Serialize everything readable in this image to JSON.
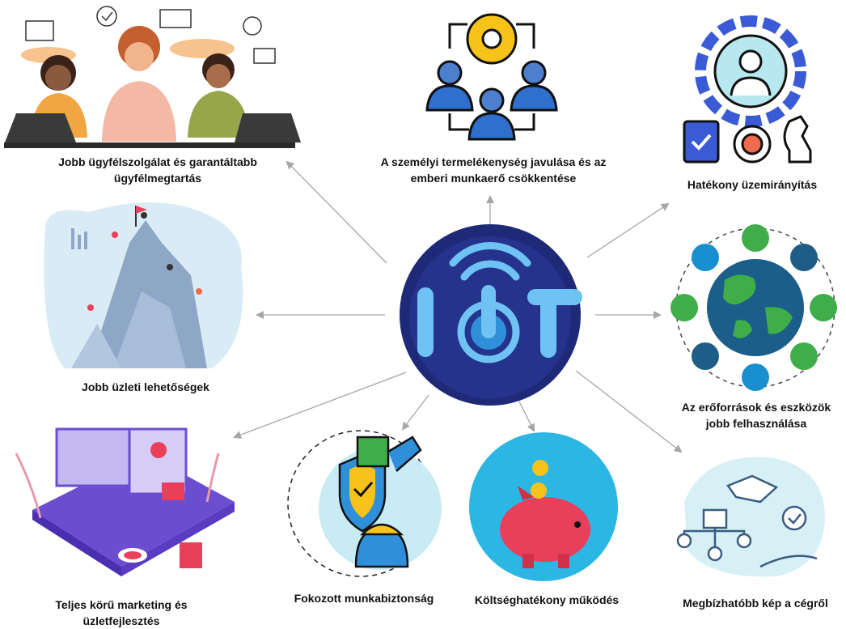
{
  "center": {
    "text": "IOT"
  },
  "benefits": [
    {
      "id": "customer-service",
      "lines": [
        "Jobb ügyfélszolgálat és garantáltabb",
        "ügyfélmegtartás"
      ]
    },
    {
      "id": "productivity",
      "lines": [
        "A személyi termelékenység javulása és az",
        "emberi munkaerő csökkentése"
      ]
    },
    {
      "id": "operations",
      "lines": [
        "Hatékony üzemirányítás"
      ]
    },
    {
      "id": "business-opportunities",
      "lines": [
        "Jobb üzleti lehetőségek"
      ]
    },
    {
      "id": "resources",
      "lines": [
        "Az erőforrások és eszközök",
        "jobb felhasználása"
      ]
    },
    {
      "id": "marketing",
      "lines": [
        "Teljes körű marketing és",
        "üzletfejlesztés"
      ]
    },
    {
      "id": "safety",
      "lines": [
        "Fokozott munkabiztonság"
      ]
    },
    {
      "id": "cost",
      "lines": [
        "Költséghatékony működés"
      ]
    },
    {
      "id": "image",
      "lines": [
        "Megbízhatóbb kép a cégről"
      ]
    }
  ],
  "colors": {
    "arrow": "#a6a6a6",
    "hub_outer": "#1e2a78",
    "hub_inner": "#2f3fa0",
    "hub_symbol": "#6ec3f4",
    "accent_blue": "#2f8fd8",
    "accent_yellow": "#f7c31b",
    "accent_red": "#e8405a",
    "accent_green": "#3fae49"
  }
}
